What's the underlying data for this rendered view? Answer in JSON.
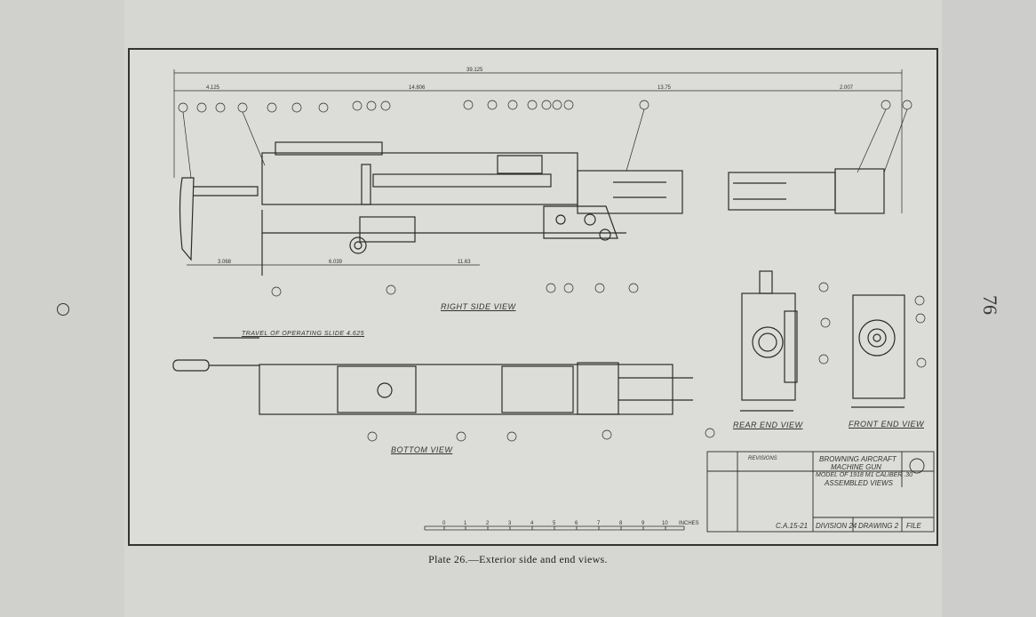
{
  "page": {
    "page_number": "76",
    "caption": "Plate 26.—Exterior side and end views."
  },
  "drawing": {
    "views": {
      "right_side": "RIGHT SIDE VIEW",
      "bottom": "BOTTOM VIEW",
      "rear_end": "REAR END VIEW",
      "front_end": "FRONT END VIEW"
    },
    "travel_note": "TRAVEL OF OPERATING SLIDE 4.625",
    "dimensions": [
      "39.125",
      "4.125",
      "14.806",
      "13.75",
      "2.007",
      "3.068",
      "6.039",
      "11.63"
    ],
    "title_block": {
      "title_lines": [
        "BROWNING AIRCRAFT",
        "MACHINE GUN",
        "MODEL OF 1918 M1 CALIBER .30",
        "ASSEMBLED VIEWS"
      ],
      "class_no": "C.A.15-21",
      "division": "DIVISION 24",
      "drawing": "DRAWING 2",
      "file": "FILE",
      "revisions_label": "REVISIONS"
    },
    "scale": {
      "ticks": [
        "0",
        "1",
        "2",
        "3",
        "4",
        "5",
        "6",
        "7",
        "8",
        "9",
        "10"
      ],
      "unit": "INCHES"
    }
  }
}
